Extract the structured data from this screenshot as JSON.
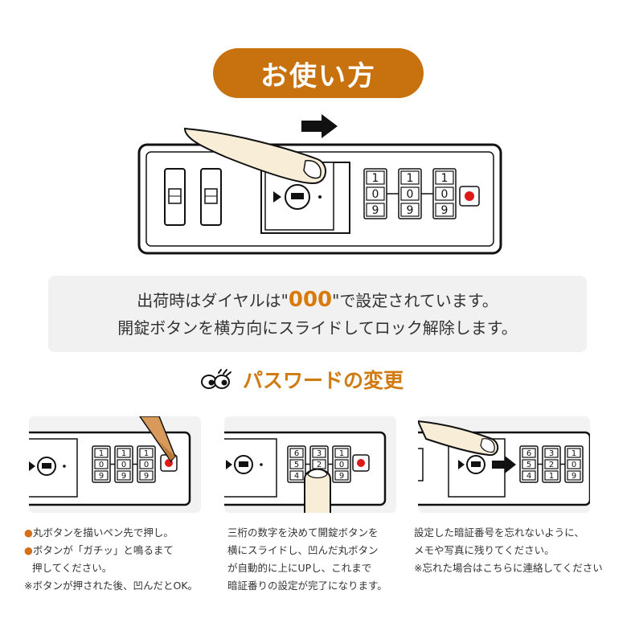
{
  "title": "お使い方",
  "info": {
    "line1_pre": "出荷時はダイヤルは\"",
    "line1_code": "000",
    "line1_post": "\"で設定されています。",
    "line2": "開錠ボタンを横方向にスライドしてロック解除します。"
  },
  "section_title": "パスワードの変更",
  "dials_main": [
    [
      "1",
      "0",
      "9"
    ],
    [
      "1",
      "0",
      "9"
    ],
    [
      "1",
      "0",
      "9"
    ]
  ],
  "dials_step1": [
    [
      "1",
      "0",
      "9"
    ],
    [
      "1",
      "0",
      "9"
    ],
    [
      "1",
      "0",
      "9"
    ]
  ],
  "dials_step2": [
    [
      "6",
      "5",
      "4"
    ],
    [
      "3",
      "2",
      "1"
    ],
    [
      "1",
      "0",
      "9"
    ]
  ],
  "dials_step3": [
    [
      "6",
      "5",
      "4"
    ],
    [
      "3",
      "2",
      "1"
    ],
    [
      "1",
      "0",
      "9"
    ]
  ],
  "step1": {
    "lines": [
      {
        "bullet": "●",
        "text": "丸ボタンを描いペン先で押し。"
      },
      {
        "bullet": "●",
        "text": "ボタンが「ガチッ」と鳴るまて"
      },
      {
        "bullet": "",
        "text": "押してください。"
      },
      {
        "bullet": "",
        "text": "※ボタンが押された後、凹んだとOK。"
      }
    ]
  },
  "step2": {
    "lines": [
      {
        "text": "三桁の数字を決めて開錠ボタンを"
      },
      {
        "text": "横にスライドし、凹んだ丸ボタン"
      },
      {
        "text": "が自動的に上にUPし、これまで"
      },
      {
        "text": "暗証番りの設定が完了になります。"
      }
    ]
  },
  "step3": {
    "lines": [
      {
        "text": "設定した暗証番号を忘れないように、"
      },
      {
        "text": "メモや写真に残りてください。"
      },
      {
        "text": "※忘れた場合はこちらに連絡してください"
      }
    ]
  },
  "colors": {
    "accent": "#c8720f",
    "red_button": "#e01818",
    "skin": "#f8eed8"
  }
}
